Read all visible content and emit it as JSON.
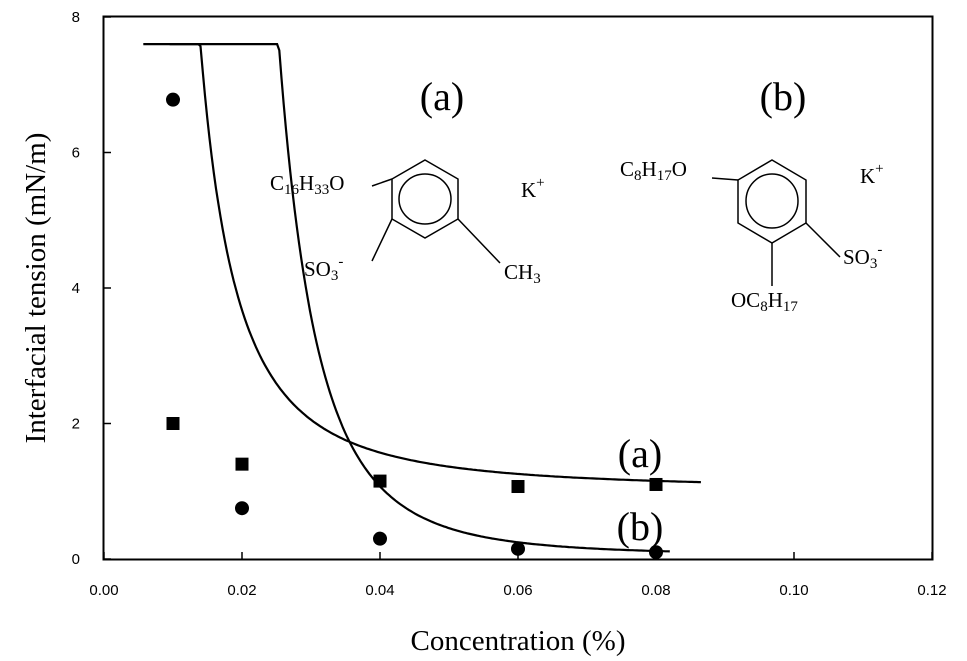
{
  "chart_data": {
    "type": "scatter",
    "title": "",
    "xlabel": "Concentration (%)",
    "ylabel": "Interfacial tension (mN/m)",
    "xlim": [
      0,
      0.12
    ],
    "ylim": [
      0,
      8
    ],
    "x_ticks": [
      "0.00",
      "0.02",
      "0.04",
      "0.06",
      "0.08",
      "0.10",
      "0.12"
    ],
    "y_ticks": [
      "0",
      "2",
      "4",
      "6",
      "8"
    ],
    "grid": false,
    "series": [
      {
        "name": "(a)",
        "marker": "square",
        "x": [
          0.01,
          0.02,
          0.04,
          0.06,
          0.08
        ],
        "y": [
          2.0,
          1.4,
          1.15,
          1.07,
          1.1
        ]
      },
      {
        "name": "(b)",
        "marker": "circle",
        "x": [
          0.01,
          0.02,
          0.04,
          0.06,
          0.08
        ],
        "y": [
          6.78,
          0.75,
          0.3,
          0.15,
          0.1
        ]
      }
    ],
    "annotations": {
      "panel_a": "(a)",
      "panel_b": "(b)",
      "a_substituent": "C16H33O",
      "a_ring_left": "SO3-",
      "a_ring_right": "CH3",
      "a_counterion": "K+",
      "b_substituent": "C8H17O",
      "b_ring_right": "SO3-",
      "b_ring_bottom": "OC8H17",
      "b_counterion": "K+"
    }
  }
}
